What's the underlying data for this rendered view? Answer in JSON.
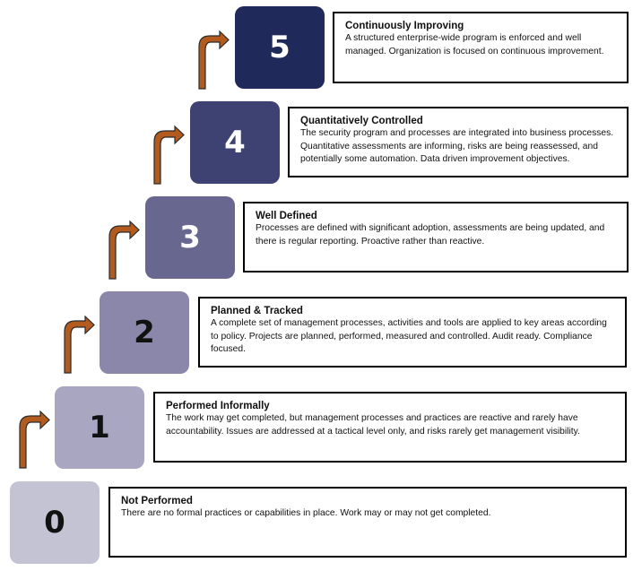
{
  "levels": [
    {
      "number": "0",
      "title": "Not Performed",
      "desc": "There are no formal practices or capabilities in place. Work may or may not get  completed.",
      "color": "#c3c3d4",
      "text_color": "#111111"
    },
    {
      "number": "1",
      "title": "Performed Informally",
      "desc": "The work may get completed, but management processes and practices are reactive and rarely have accountability. Issues are addressed at a tactical level only, and risks rarely get management visibility.",
      "color": "#a8a6c0",
      "text_color": "#111111"
    },
    {
      "number": "2",
      "title": "Planned & Tracked",
      "desc": "A complete set of management processes, activities and tools are applied to key areas according to policy. Projects are planned, performed, measured and controlled. Audit ready. Compliance focused.",
      "color": "#8a87ab",
      "text_color": "#111111"
    },
    {
      "number": "3",
      "title": "Well Defined",
      "desc": "Processes are defined with significant adoption, assessments are being updated, and there is regular reporting. Proactive rather than reactive.",
      "color": "#67678f",
      "text_color": "#ffffff"
    },
    {
      "number": "4",
      "title": "Quantitatively Controlled",
      "desc": "The security program and processes are integrated into business processes. Quantitative assessments are informing, risks are being reassessed, and potentially some automation. Data driven improvement objectives.",
      "color": "#3e4273",
      "text_color": "#ffffff"
    },
    {
      "number": "5",
      "title": "Continuously Improving",
      "desc": "A structured enterprise-wide program is enforced and well managed. Organization is focused on continuous improvement.",
      "color": "#1f295a",
      "text_color": "#ffffff"
    }
  ],
  "arrow_color": "#b35a1f"
}
